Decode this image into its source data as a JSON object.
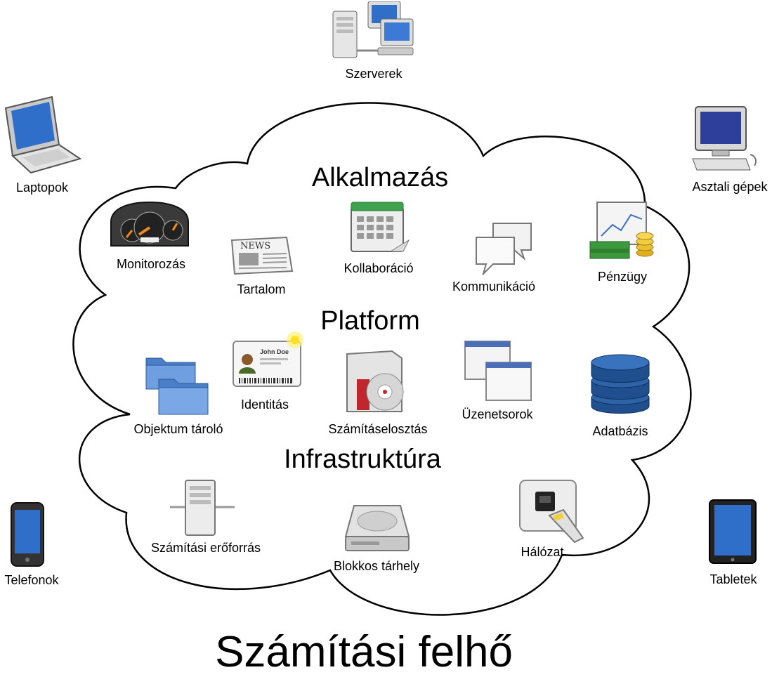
{
  "title": "Számítási felhő",
  "sections": {
    "app": "Alkalmazás",
    "platform": "Platform",
    "infra": "Infrastruktúra"
  },
  "clients": {
    "servers": "Szerverek",
    "laptops": "Laptopok",
    "desktops": "Asztali gépek",
    "phones": "Telefonok",
    "tablets": "Tabletek"
  },
  "services": {
    "monitoring": "Monitorozás",
    "content": "Tartalom",
    "collaboration": "Kollaboráció",
    "communication": "Kommunikáció",
    "finance": "Pénzügy",
    "object_storage": "Objektum tároló",
    "identity": "Identitás",
    "compute_dist": "Számításelosztás",
    "queues": "Üzenetsorok",
    "database": "Adatbázis",
    "compute": "Számítási erőforrás",
    "block_storage": "Blokkos tárhely",
    "network": "Hálózat"
  },
  "icon_text": {
    "news": "NEWS",
    "id_name": "John Doe"
  },
  "colors": {
    "cloud_stroke": "#000000",
    "folder_blue": "#5b8fd6",
    "db_blue": "#1f4f8f",
    "screen_blue": "#2f6fc9"
  }
}
